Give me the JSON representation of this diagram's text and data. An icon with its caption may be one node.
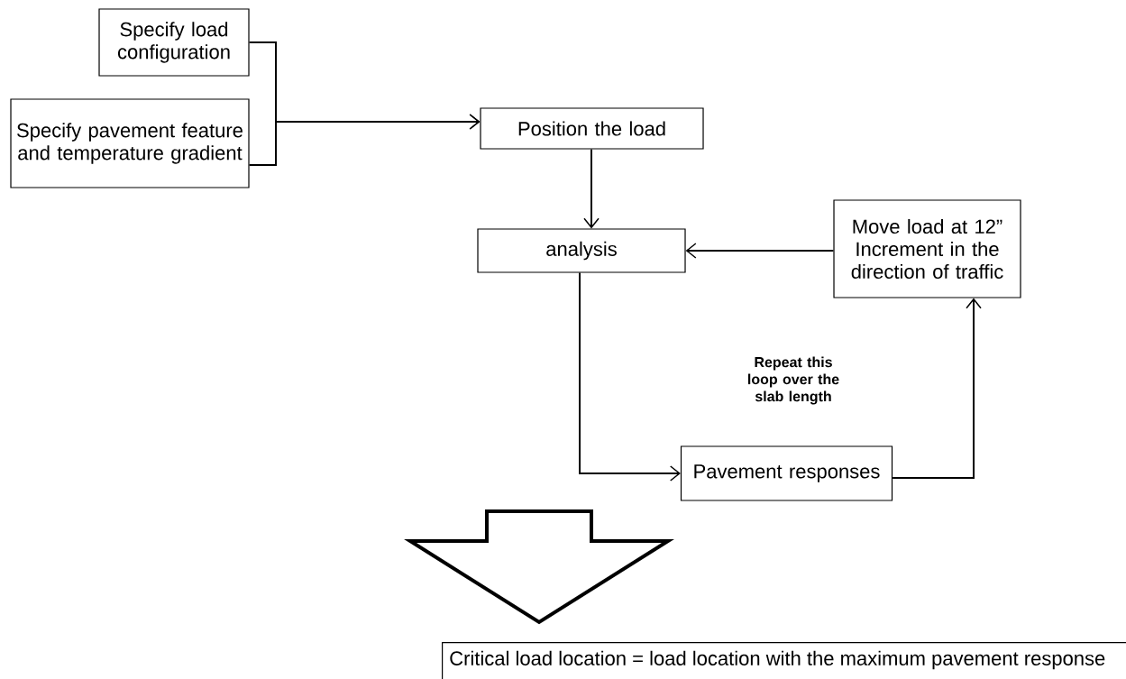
{
  "diagram": {
    "nodes": [
      {
        "text": [
          "Specify load configuration"
        ]
      },
      {
        "text": [
          "Specify pavement feature and temperature gradient"
        ]
      },
      {
        "text": [
          "Position the load"
        ]
      },
      {
        "text": [
          "analysis"
        ]
      },
      {
        "text": [
          "Move load at 12” Increment in the direction of traffic"
        ]
      },
      {
        "text": [
          "Pavement responses"
        ]
      },
      {
        "text": [
          "Critical load location = load location with the maximum pavement response"
        ]
      }
    ],
    "edges": [
      {
        "from": 0,
        "to": 2,
        "arrow": "to"
      },
      {
        "from": 1,
        "to": 2,
        "arrow": "to"
      },
      {
        "from": 2,
        "to": 3,
        "arrow": "to"
      },
      {
        "from": 4,
        "to": 3,
        "arrow": "to"
      },
      {
        "from": 3,
        "to": 5,
        "arrow": "to"
      },
      {
        "from": 5,
        "to": 4,
        "arrow": "to"
      },
      {
        "from": null,
        "to": 6,
        "arrow": "to",
        "style": "thick"
      }
    ],
    "labels": [
      "**Repeat this loop over the slab length**"
    ]
  }
}
